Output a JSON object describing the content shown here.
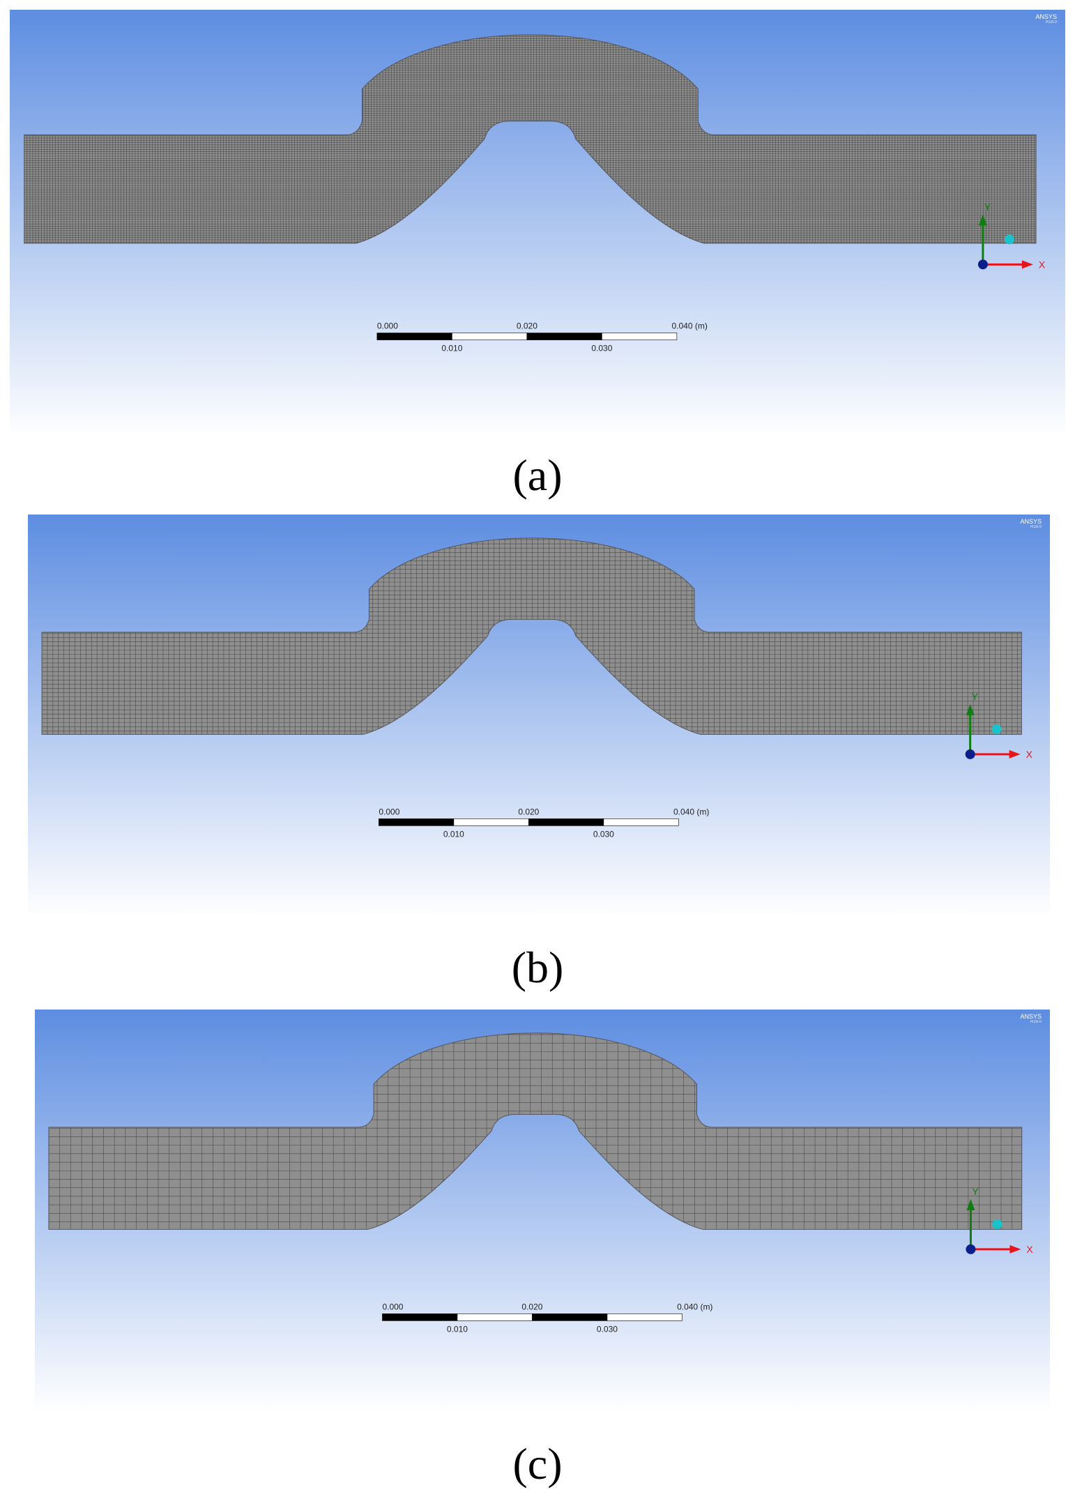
{
  "brand": {
    "name": "ANSYS",
    "version": "R19.0"
  },
  "colors": {
    "bg_top": "#5d8de1",
    "bg_bottom": "#ffffff",
    "mesh_fill": "#8f8f8f",
    "mesh_line": "#4a4a4a",
    "axis_x": "#e8141c",
    "axis_y": "#0f7d12",
    "axis_z_dot": "#0b1f8a",
    "triad_ball": "#19c3cb"
  },
  "axes": {
    "x_label": "X",
    "y_label": "Y"
  },
  "scale_bar": {
    "top_labels": [
      "0.000",
      "0.020",
      "0.040 (m)"
    ],
    "bottom_labels": [
      "0.010",
      "0.030"
    ]
  },
  "panels": [
    {
      "label": "(a)",
      "mesh_density": "fine",
      "cells_across_channel": 48
    },
    {
      "label": "(b)",
      "mesh_density": "medium",
      "cells_across_channel": 24
    },
    {
      "label": "(c)",
      "mesh_density": "coarse",
      "cells_across_channel": 12
    }
  ]
}
